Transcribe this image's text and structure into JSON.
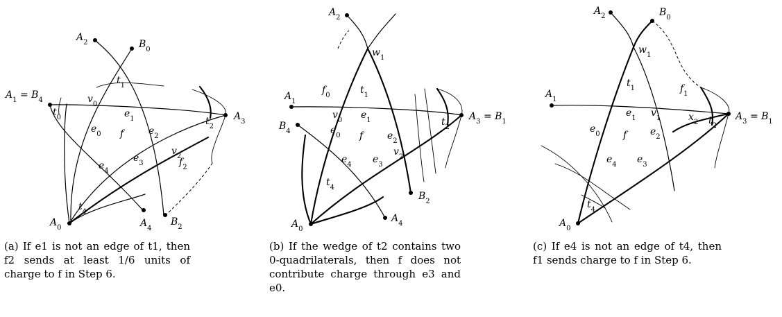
{
  "panels": [
    {
      "id": "a",
      "caption": "(a) If e1 is not an edge of t1, then f2 sends at least 1/6 units of charge to f in Step 6."
    },
    {
      "id": "b",
      "caption": "(b) If the wedge of t2 contains two 0-quadrilaterals, then f does not contribute charge through e3 and e0."
    },
    {
      "id": "c",
      "caption": "(c) If e4 is not an edge of t4, then f1 sends charge to f in Step 6."
    }
  ],
  "labels": {
    "a": [
      "A2",
      "B0",
      "t1",
      "A1 = B4",
      "v0",
      "t0",
      "e1",
      "A3",
      "t2",
      "e0",
      "e2",
      "f",
      "v2",
      "e3",
      "e4",
      "f2",
      "t4",
      "A0",
      "A4",
      "B2"
    ],
    "b": [
      "A2",
      "w1",
      "f0",
      "t1",
      "A1",
      "v0",
      "e1",
      "A3 = B1",
      "t2",
      "B4",
      "e0",
      "f",
      "e2",
      "v2",
      "e4",
      "e3",
      "t4",
      "B2",
      "A0",
      "A4"
    ],
    "c": [
      "A2",
      "B0",
      "w1",
      "t1",
      "f1",
      "A1",
      "e1",
      "v1",
      "x2",
      "t2",
      "A3 = B1",
      "e0",
      "f",
      "e2",
      "e4",
      "e3",
      "t4",
      "A0"
    ]
  }
}
